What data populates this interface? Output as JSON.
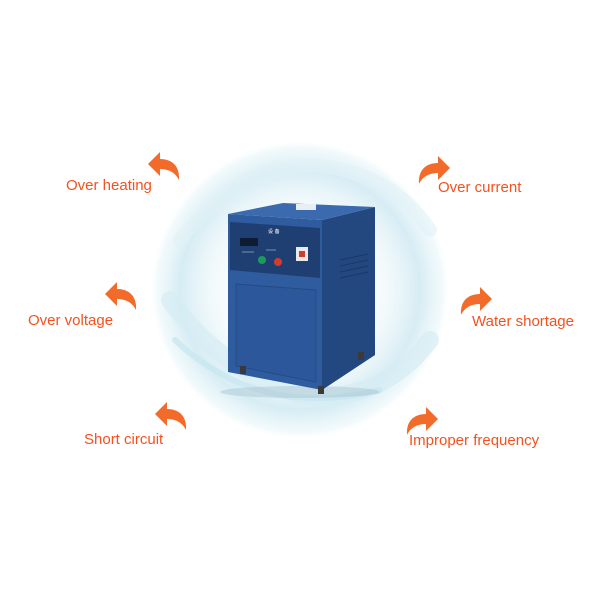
{
  "protections": [
    {
      "id": "over-heating",
      "label": "Over heating"
    },
    {
      "id": "over-current",
      "label": "Over current"
    },
    {
      "id": "over-voltage",
      "label": "Over voltage"
    },
    {
      "id": "water-shortage",
      "label": "Water shortage"
    },
    {
      "id": "short-circuit",
      "label": "Short circuit"
    },
    {
      "id": "improper-frequency",
      "label": "Improper frequency"
    }
  ],
  "colors": {
    "label": "#f4511e",
    "arrow": "#f26b2a",
    "machine_body": "#2f5c9e",
    "machine_dark": "#1f3f73",
    "glow": "#cfe9f2"
  },
  "icons": {
    "arrow": "curved-arrow-icon"
  }
}
